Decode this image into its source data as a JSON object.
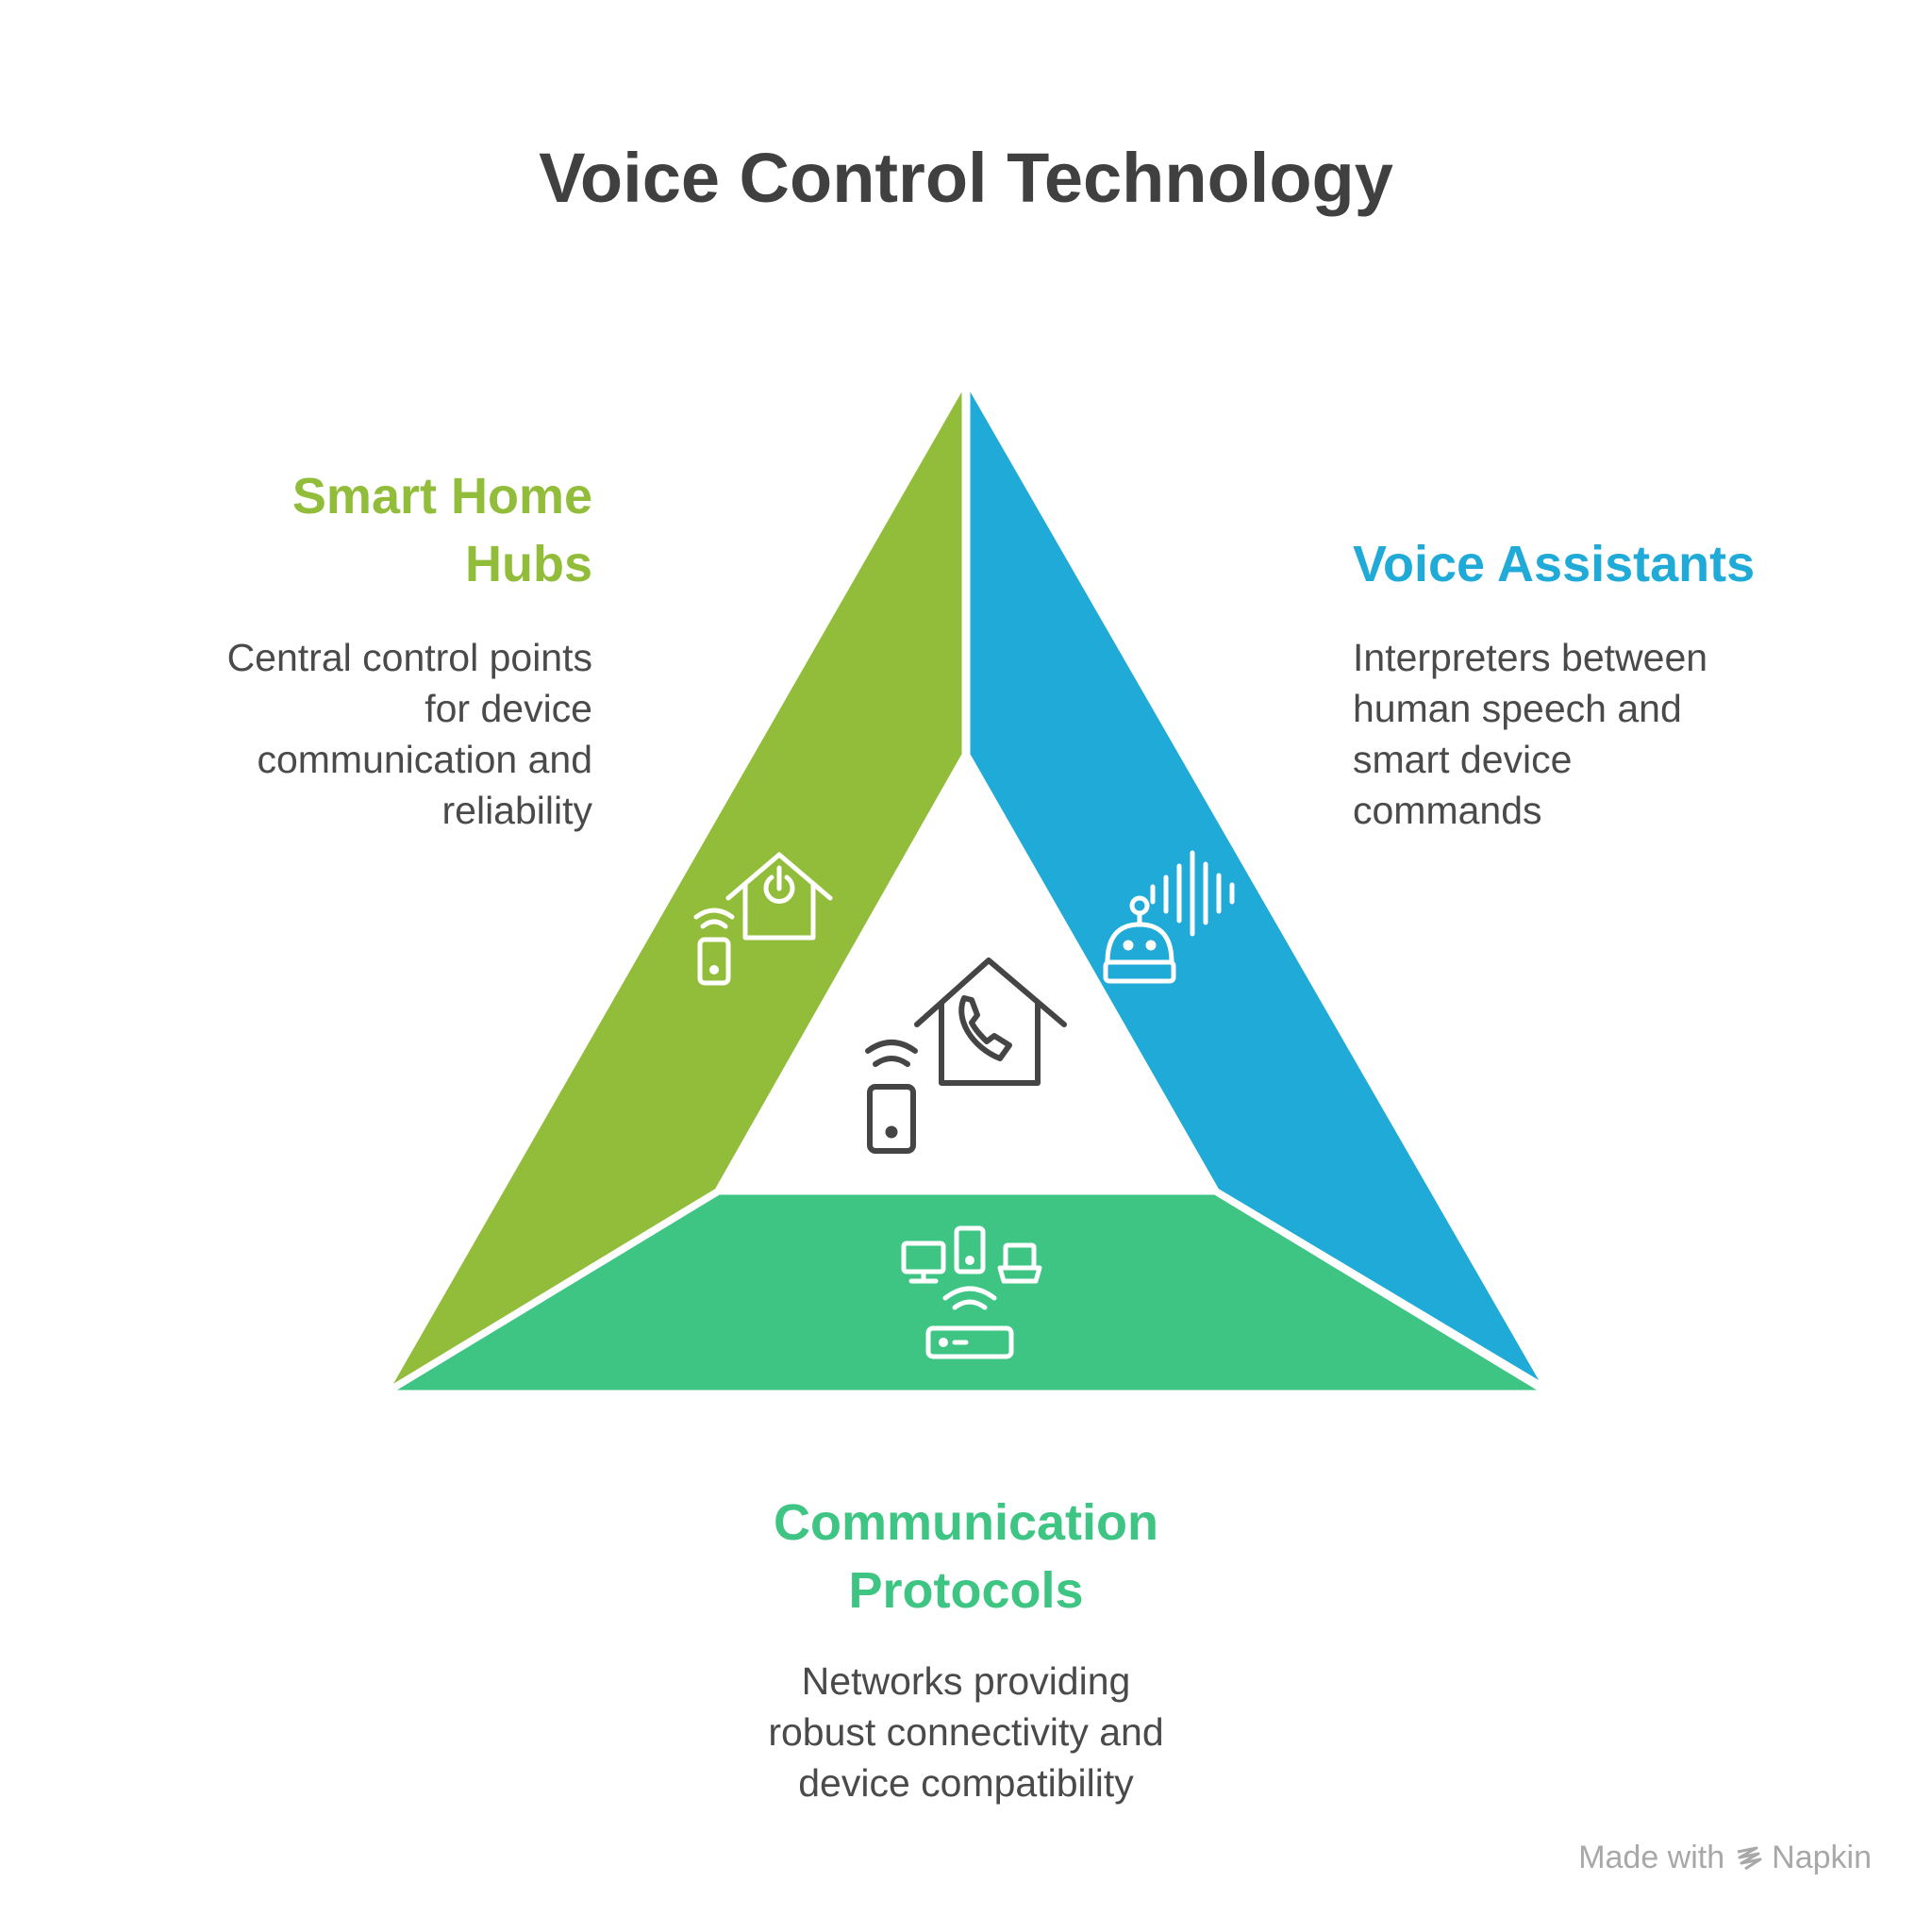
{
  "title": "Voice Control Technology",
  "segments": {
    "smart_home_hubs": {
      "heading_line1": "Smart Home",
      "heading_line2": "Hubs",
      "desc_lines": [
        "Central control points",
        "for device",
        "communication and",
        "reliability"
      ],
      "color": "#92bd3a",
      "icon": "smart-home-hub-icon"
    },
    "voice_assistants": {
      "heading": "Voice Assistants",
      "desc_lines": [
        "Interpreters between",
        "human speech and",
        "smart device",
        "commands"
      ],
      "color": "#1faad8",
      "icon": "voice-robot-icon"
    },
    "communication_protocols": {
      "heading_line1": "Communication",
      "heading_line2": "Protocols",
      "desc_lines": [
        "Networks providing",
        "robust connectivity and",
        "device compatibility"
      ],
      "color": "#3ec584",
      "icon": "network-devices-icon"
    }
  },
  "center_icon": "smart-home-phone-icon",
  "branding": {
    "made_with": "Made with",
    "name": "Napkin"
  }
}
